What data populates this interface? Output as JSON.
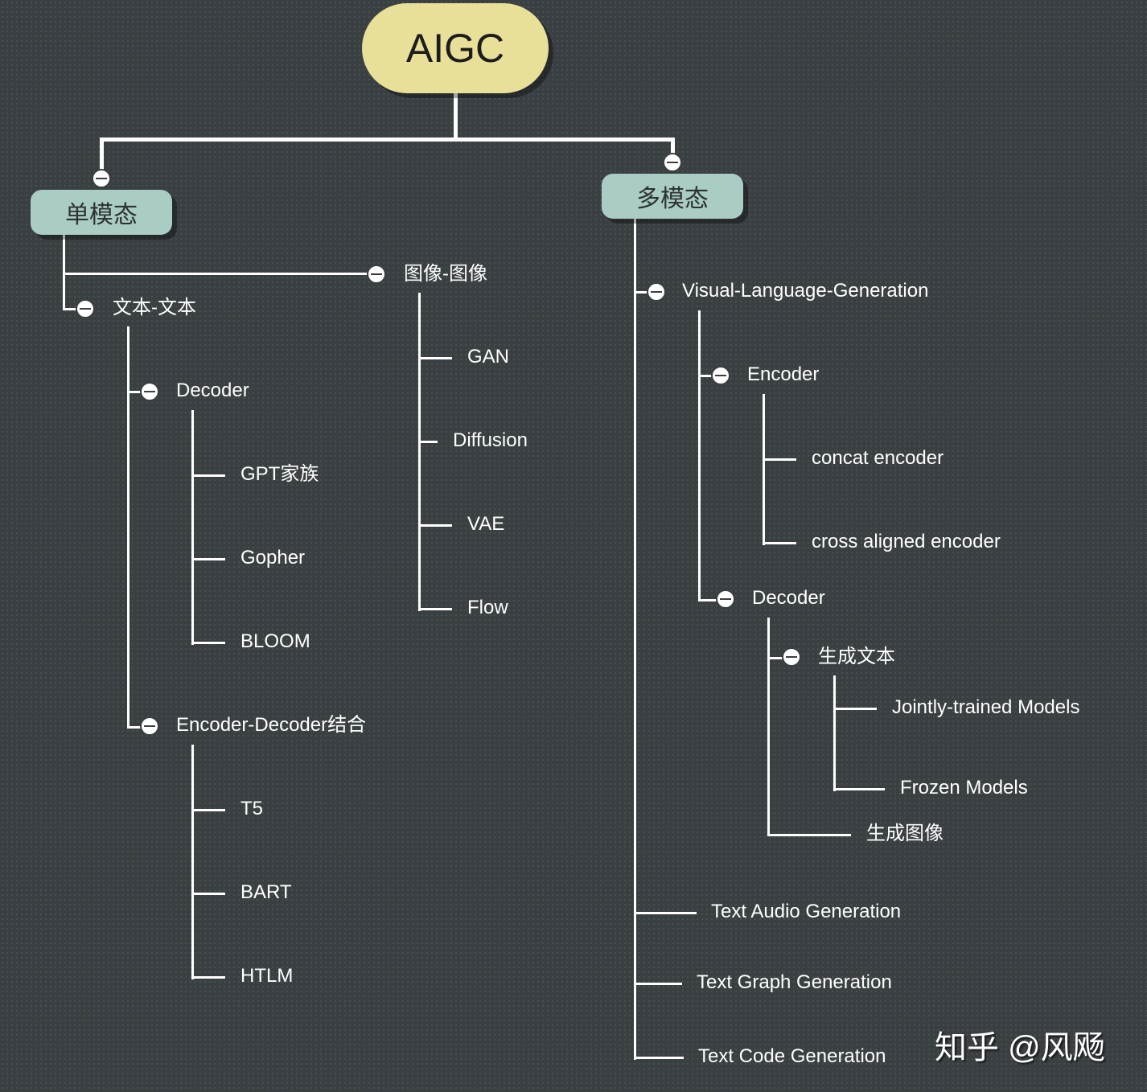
{
  "root": "AIGC",
  "unimodal": {
    "title": "单模态",
    "text_to_text": {
      "label": "文本-文本",
      "decoder": {
        "label": "Decoder",
        "items": [
          "GPT家族",
          "Gopher",
          "BLOOM"
        ]
      },
      "encoder_decoder": {
        "label": "Encoder-Decoder结合",
        "items": [
          "T5",
          "BART",
          "HTLM"
        ]
      }
    },
    "image_to_image": {
      "label": "图像-图像",
      "items": [
        "GAN",
        "Diffusion",
        "VAE",
        "Flow"
      ]
    }
  },
  "multimodal": {
    "title": "多模态",
    "vlg": {
      "label": "Visual-Language-Generation",
      "encoder": {
        "label": "Encoder",
        "items": [
          "concat encoder",
          "cross aligned encoder"
        ]
      },
      "decoder": {
        "label": "Decoder",
        "gen_text": {
          "label": "生成文本",
          "items": [
            "Jointly-trained Models",
            "Frozen Models"
          ]
        },
        "gen_image": "生成图像"
      }
    },
    "others": [
      "Text Audio Generation",
      "Text Graph Generation",
      "Text Code Generation"
    ]
  },
  "watermark": "知乎 @风飏",
  "colors": {
    "background": "#3a3f42",
    "root_fill": "#e8df98",
    "branch_fill": "#a9ccc4",
    "line": "#ffffff"
  }
}
